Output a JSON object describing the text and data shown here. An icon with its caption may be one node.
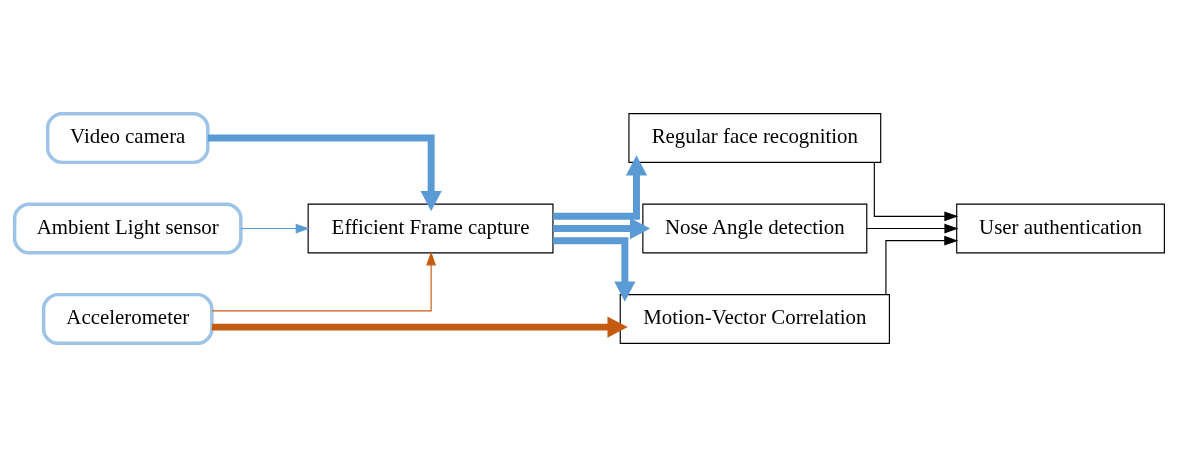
{
  "diagram": {
    "nodes": [
      {
        "text": [
          "Accelerometer"
        ]
      },
      {
        "text": [
          "Video camera"
        ]
      },
      {
        "text": [
          "Ambient Light sensor"
        ]
      },
      {
        "text": [
          "Efficient Frame capture"
        ]
      },
      {
        "text": [
          "Regular face recognition"
        ]
      },
      {
        "text": [
          "Motion-Vector Correlation"
        ]
      },
      {
        "text": [
          "Nose Angle detection"
        ]
      },
      {
        "text": [
          "User authentication"
        ]
      }
    ],
    "edges": [
      {
        "from": 0,
        "to": 5,
        "arrow": "to",
        "style": "thick",
        "color": "#c55a11"
      },
      {
        "from": 0,
        "to": 3,
        "arrow": "to",
        "color": "#c55a11"
      },
      {
        "from": 1,
        "to": 3,
        "arrow": "to",
        "style": "thick"
      },
      {
        "from": 2,
        "to": 3,
        "arrow": "to"
      },
      {
        "from": 3,
        "to": 4,
        "arrow": "to",
        "style": "thick"
      },
      {
        "from": 3,
        "to": 5,
        "arrow": "to",
        "style": "thick"
      },
      {
        "from": 3,
        "to": 6,
        "arrow": "to",
        "style": "thick"
      },
      {
        "from": 4,
        "to": 7,
        "arrow": "to",
        "color": "#000000"
      },
      {
        "from": 5,
        "to": 7,
        "arrow": "to",
        "color": "#000000"
      },
      {
        "from": 6,
        "to": 7,
        "arrow": "to",
        "color": "#000000"
      }
    ]
  }
}
